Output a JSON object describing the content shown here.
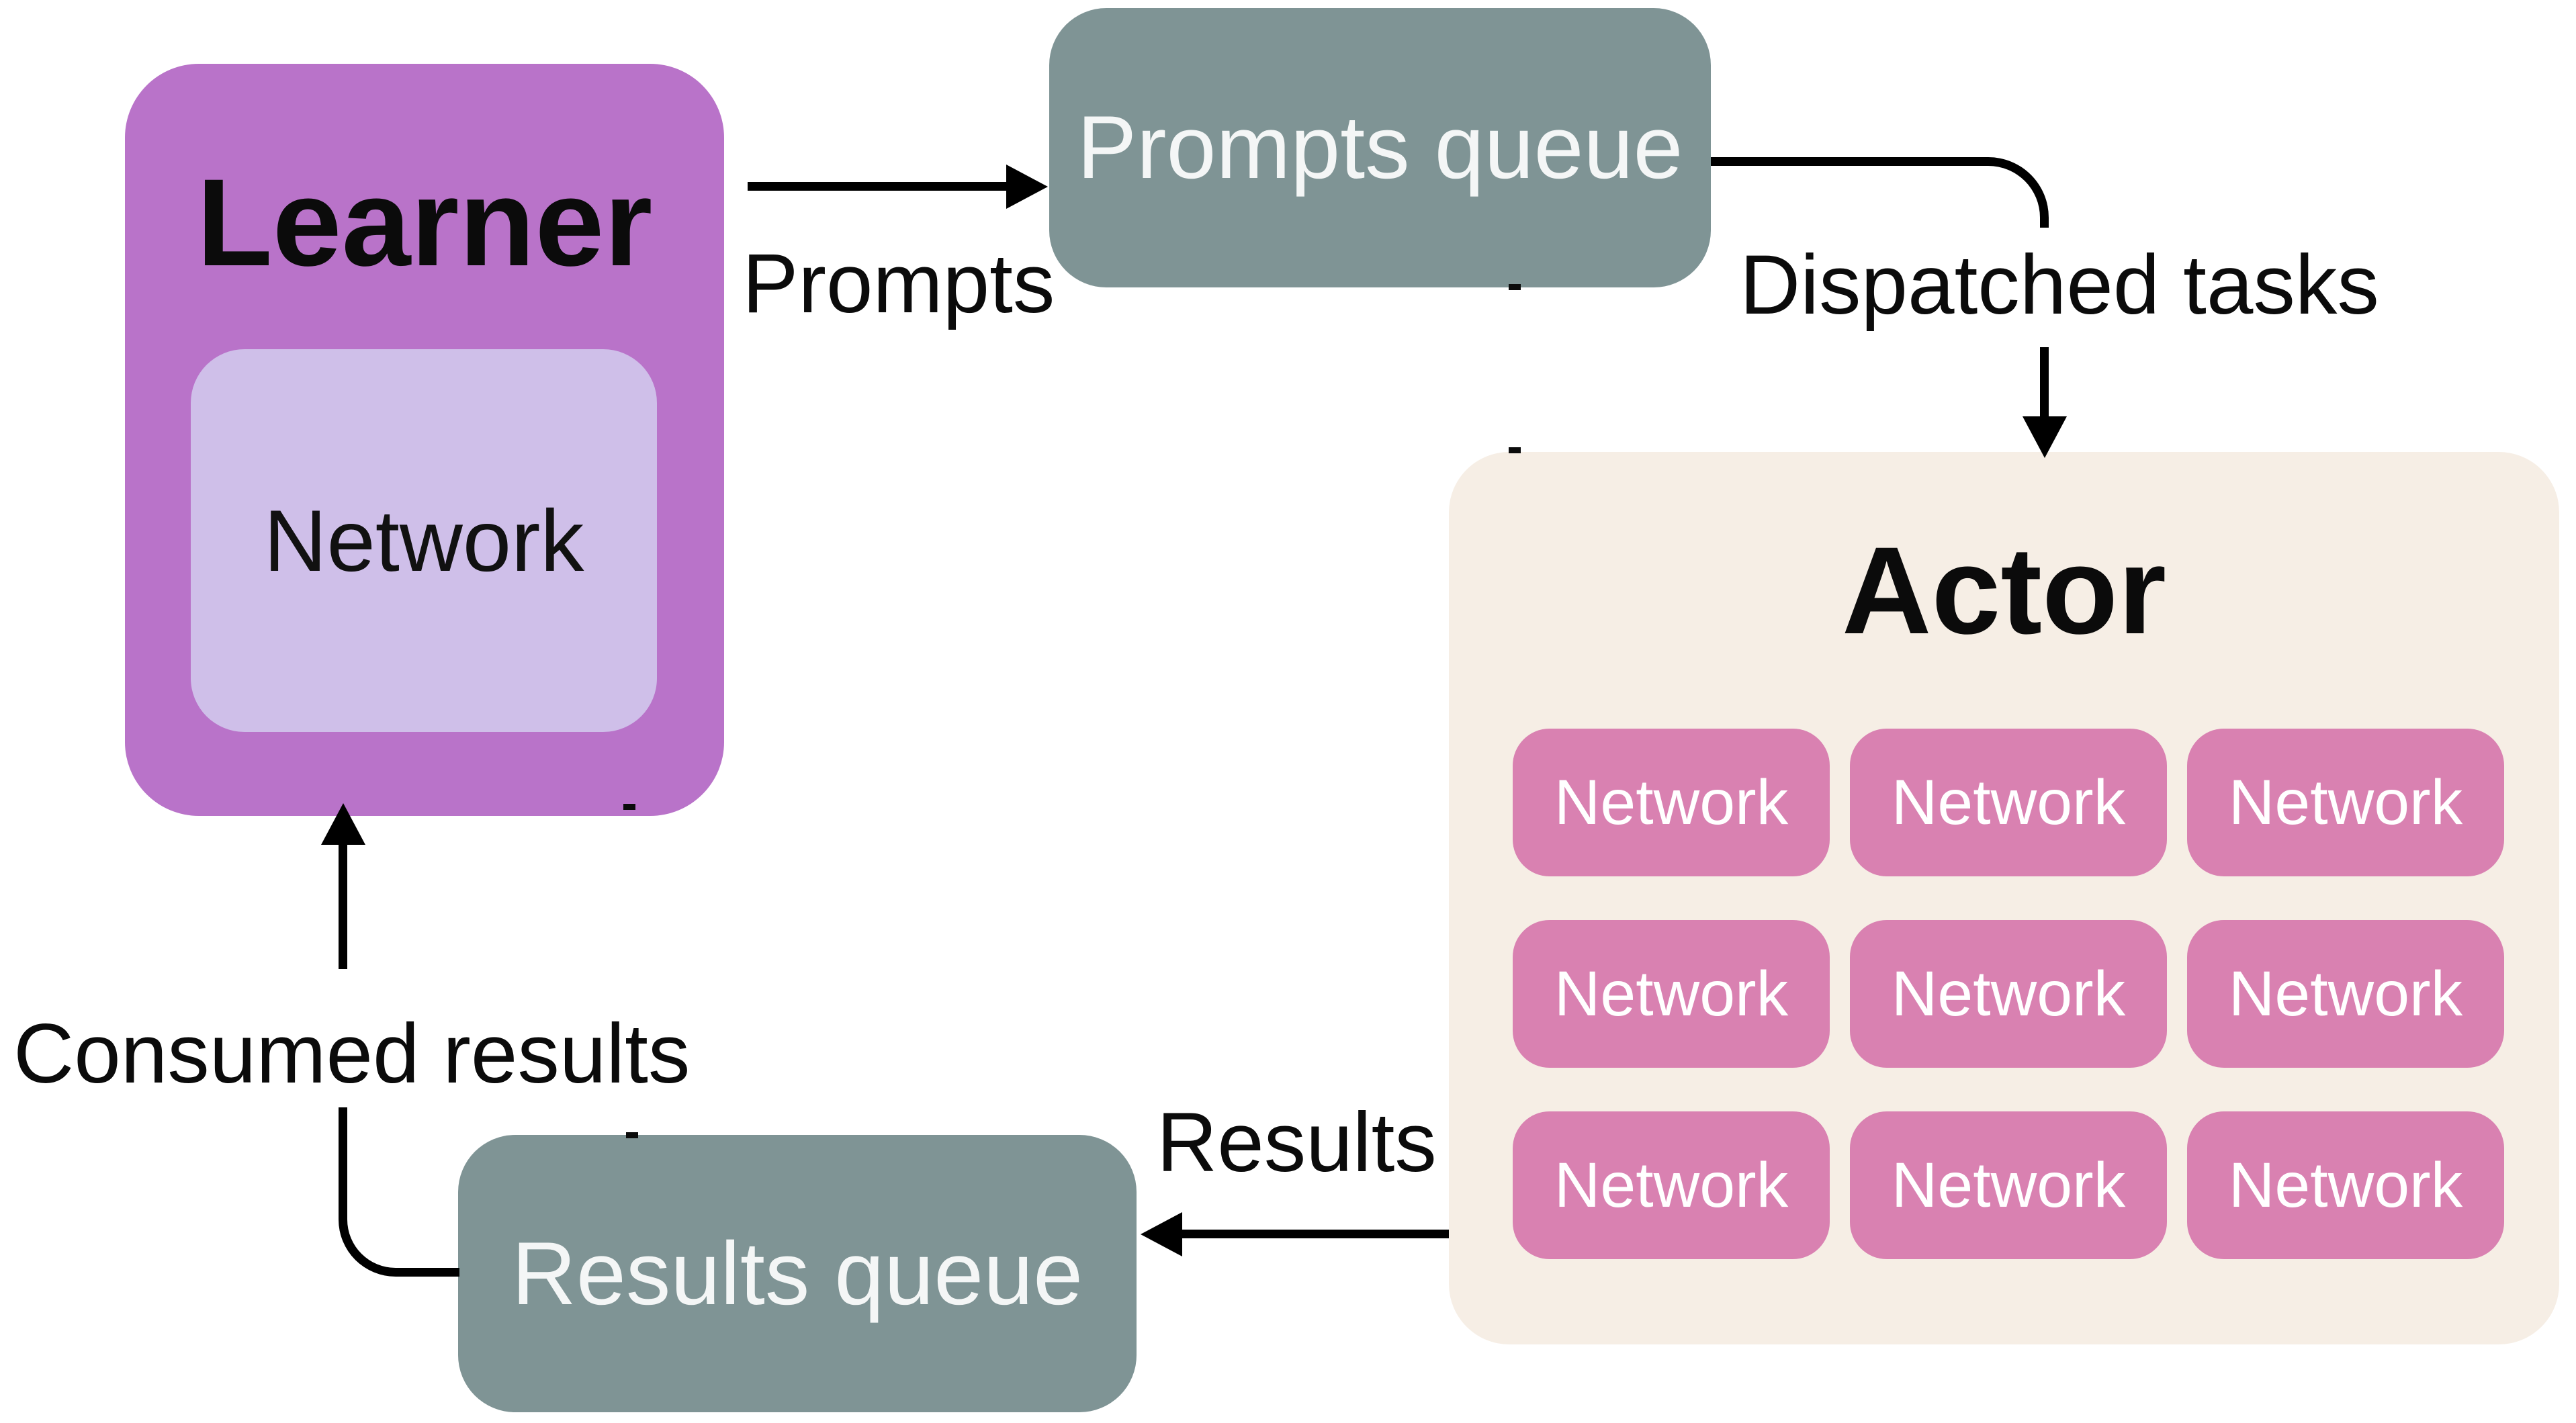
{
  "diagram": {
    "learner": {
      "title": "Learner",
      "network_label": "Network"
    },
    "prompts_queue": {
      "label": "Prompts queue"
    },
    "results_queue": {
      "label": "Results queue"
    },
    "actor": {
      "title": "Actor",
      "networks": [
        "Network",
        "Network",
        "Network",
        "Network",
        "Network",
        "Network",
        "Network",
        "Network",
        "Network"
      ]
    },
    "edges": {
      "prompts": "Prompts",
      "dispatched_tasks": "Dispatched tasks",
      "results": "Results",
      "consumed_results": "Consumed results"
    },
    "colors": {
      "learner_fill": "#b973c9",
      "learner_network_fill": "#cfbfe9",
      "queue_fill": "#7f9495",
      "actor_fill": "#f6eee5",
      "actor_network_fill": "#d981b1",
      "line_color": "#000000",
      "text_dark": "#0b0b0b",
      "text_light": "#ffffff",
      "background": "#ffffff"
    }
  }
}
